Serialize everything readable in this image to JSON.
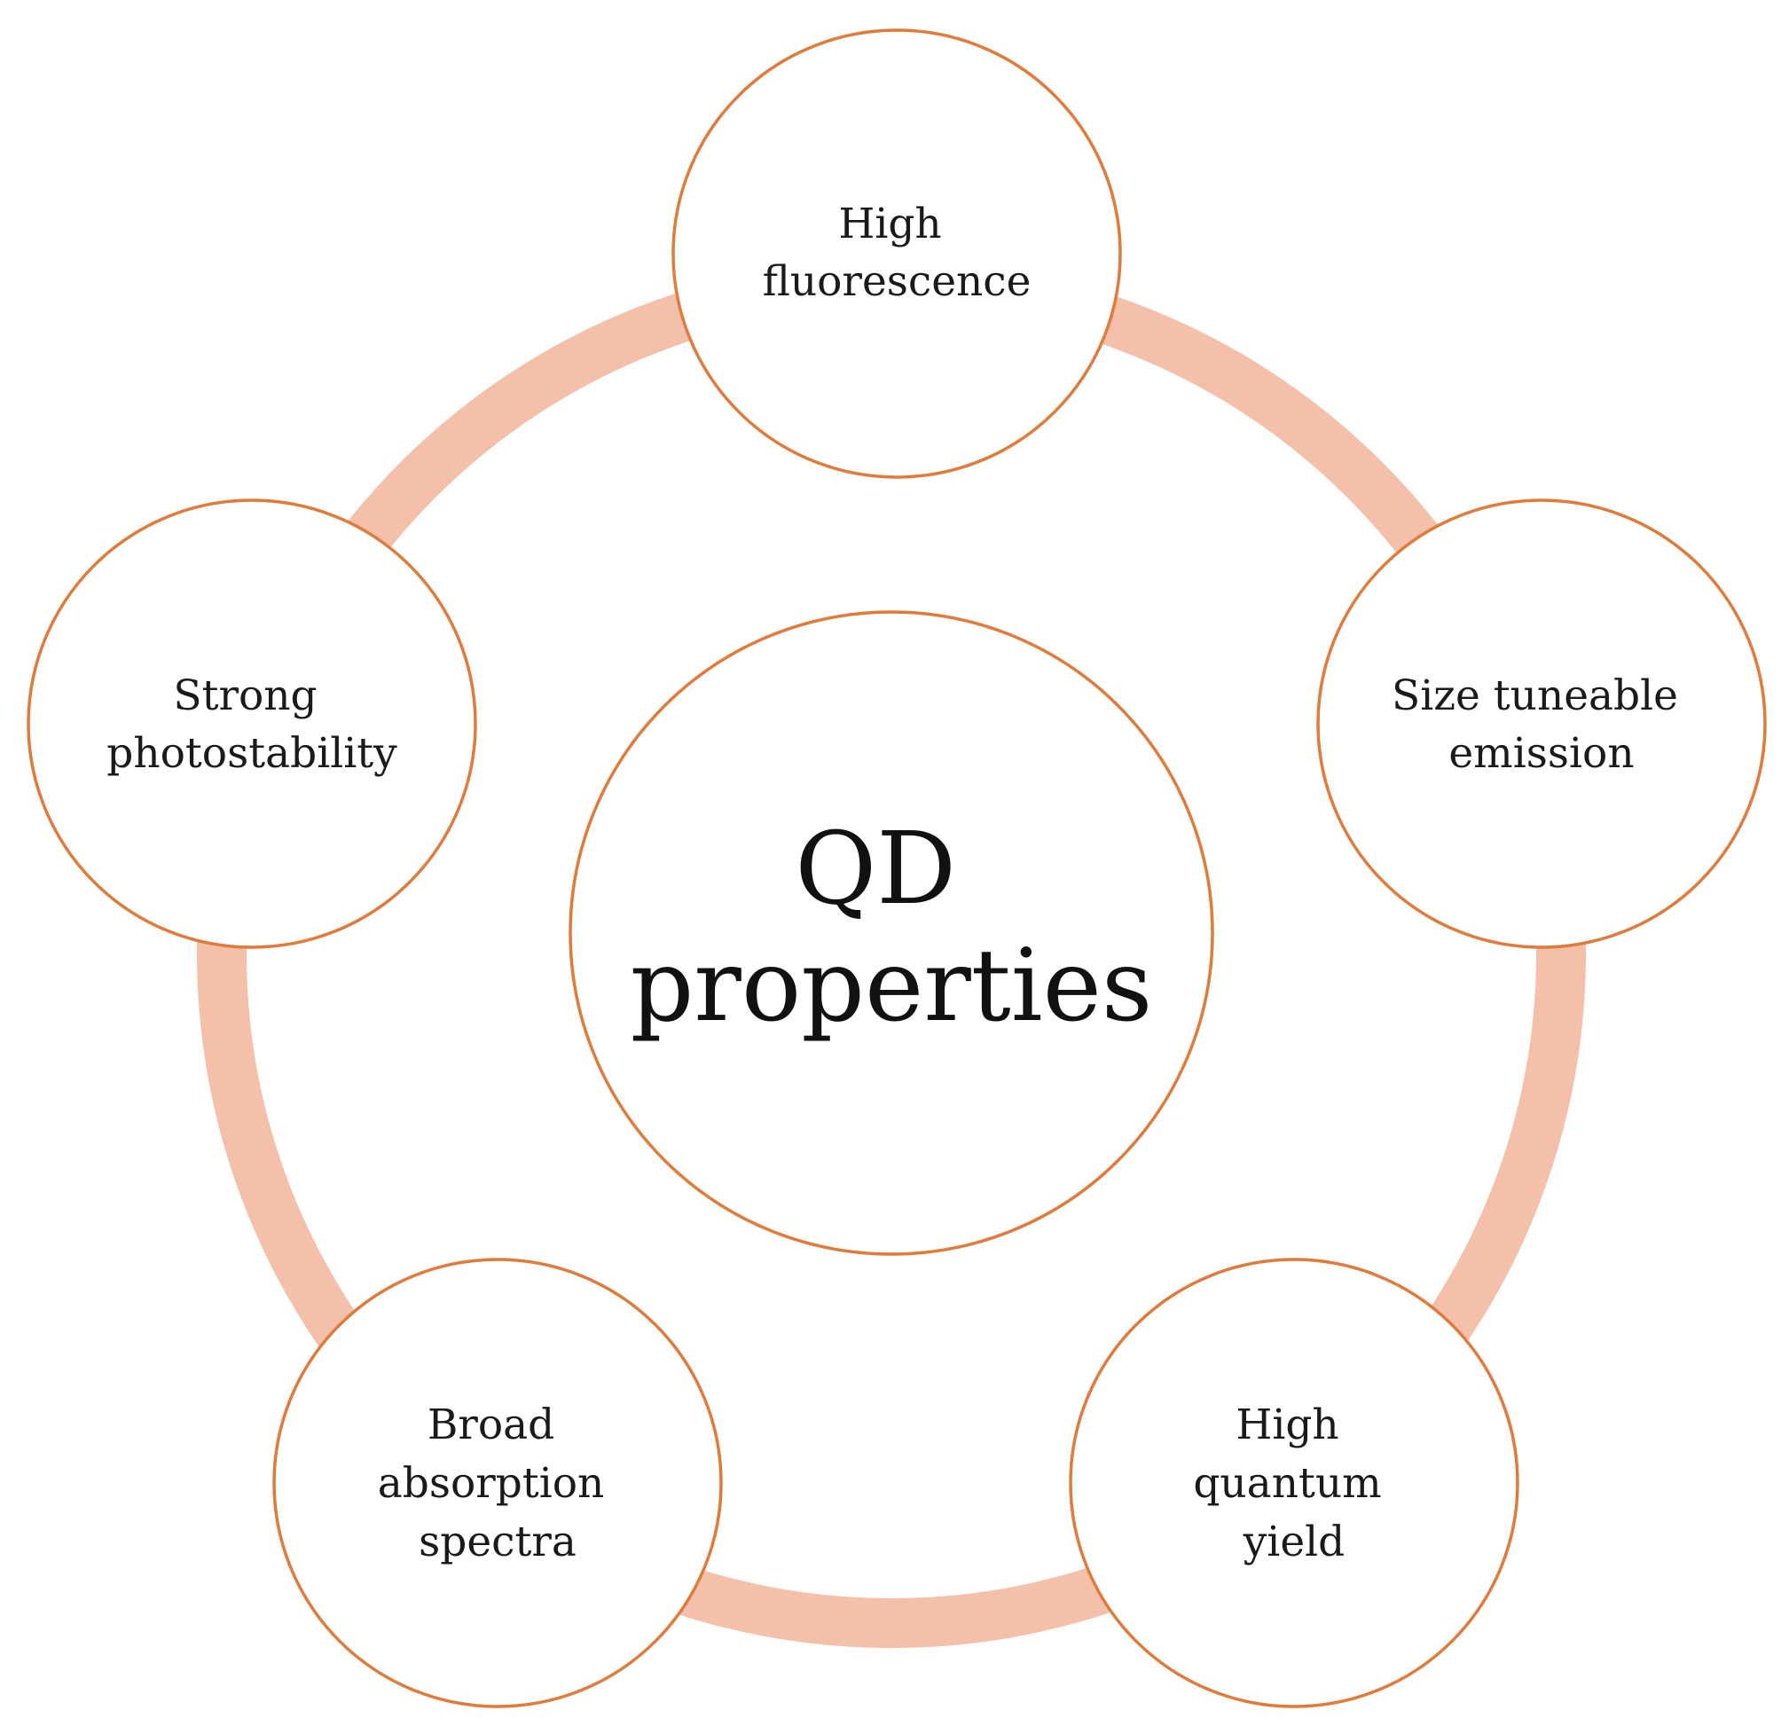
{
  "diagram": {
    "center": {
      "lines": [
        "QD",
        "properties"
      ]
    },
    "nodes": [
      {
        "lines": [
          "High",
          "fluorescence"
        ]
      },
      {
        "lines": [
          "Size tuneable",
          "emission"
        ]
      },
      {
        "lines": [
          "High",
          "quantum",
          "yield"
        ]
      },
      {
        "lines": [
          "Broad",
          "absorption",
          "spectra"
        ]
      },
      {
        "lines": [
          "Strong",
          "photostability"
        ]
      }
    ]
  },
  "colors": {
    "ring": "#f4c0aa",
    "circle_border": "#e07b3c",
    "text": "#1a1a1a"
  }
}
